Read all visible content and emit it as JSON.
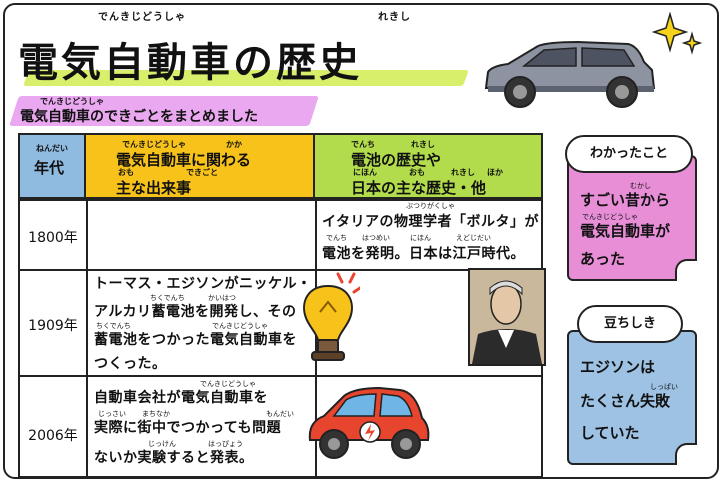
{
  "title": {
    "text": "電気自動車の歴史",
    "ruby_left": "でんきじどうしゃ",
    "ruby_right": "れきし"
  },
  "subtitle": {
    "ruby": "でんきじどうしゃ",
    "text": "電気自動車のできごとをまとめました"
  },
  "table": {
    "header_year": {
      "ruby": "ねんだい",
      "text": "年代"
    },
    "header_ev": {
      "ruby1": "でんきじどうしゃ",
      "ruby1b": "かか",
      "line1": "電気自動車に関わる",
      "ruby2": "おも",
      "ruby2b": "できごと",
      "line2": "主な出来事"
    },
    "header_battery": {
      "ruby1": "でんち",
      "ruby1b": "れきし",
      "line1": "電池の歴史や",
      "ruby2": "にほん",
      "ruby2b": "おも",
      "ruby2c": "れきし",
      "ruby2d": "ほか",
      "line2": "日本の主な歴史・他"
    },
    "rows": [
      {
        "year": "1800年",
        "ev_lines": [],
        "battery_rubies": [
          "ぶつりがくしゃ",
          "でんち",
          "はつめい",
          "にほん",
          "えどじだい"
        ],
        "battery_lines": [
          "イタリアの物理学者「ボルタ」が",
          "電池を発明。日本は江戸時代。"
        ]
      },
      {
        "year": "1909年",
        "ev_rubies": [
          "ちくでんち",
          "かいはつ",
          "ちくでんち",
          "でんきじどうしゃ"
        ],
        "ev_lines": [
          "トーマス・エジソンがニッケル・",
          "アルカリ蓄電池を開発し、その",
          "蓄電池をつかった電気自動車を",
          "つくった。"
        ],
        "battery_lines": []
      },
      {
        "year": "2006年",
        "ev_rubies": [
          "でんきじどうしゃ",
          "じっさい",
          "まちなか",
          "もんだい",
          "じっけん",
          "はっぴょう"
        ],
        "ev_lines": [
          "自動車会社が電気自動車を",
          "実際に街中でつかっても問題",
          "ないか実験すると発表。"
        ],
        "battery_lines": []
      }
    ]
  },
  "note1": {
    "bubble": "わかったこと",
    "ruby1": "むかし",
    "ruby2": "でんきじどうしゃ",
    "lines": [
      "すごい昔から",
      "電気自動車が",
      "あった"
    ]
  },
  "note2": {
    "bubble": "豆ちしき",
    "ruby1": "しっぱい",
    "lines": [
      "エジソンは",
      "たくさん失敗",
      "していた"
    ]
  },
  "colors": {
    "title_bar": "#d7ef6a",
    "subtitle_bar": "#e9a8ef",
    "header_year": "#8fbbe0",
    "header_ev": "#f7c21a",
    "header_battery": "#b2dc4c",
    "note1": "#e78ed7",
    "note2": "#9ec2e4",
    "car_red": "#e8452f",
    "car_gray": "#8d93a1"
  },
  "icons": [
    "suv-car-icon",
    "sparkle-icon",
    "light-bulb-icon",
    "edison-portrait",
    "red-electric-car-icon"
  ]
}
